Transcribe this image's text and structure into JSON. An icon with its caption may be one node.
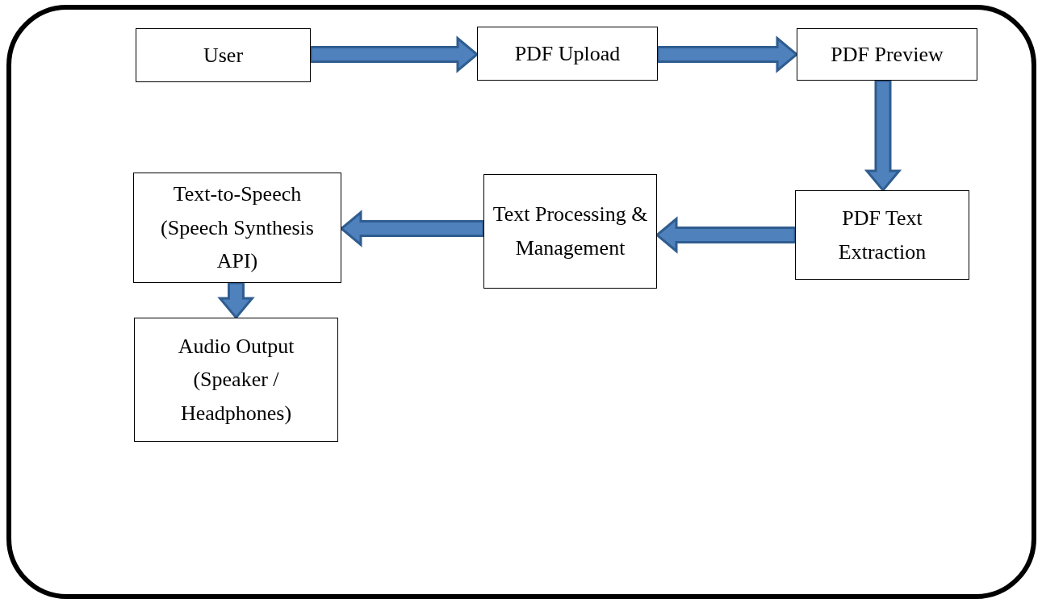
{
  "diagram": {
    "nodes": [
      {
        "text": [
          "User"
        ]
      },
      {
        "text": [
          "PDF Upload"
        ]
      },
      {
        "text": [
          "PDF Preview"
        ]
      },
      {
        "text": [
          "PDF Text Extraction"
        ]
      },
      {
        "text": [
          "Text Processing & Management"
        ]
      },
      {
        "text": [
          "Text-to-Speech (Speech Synthesis API)"
        ]
      },
      {
        "text": [
          "Audio Output (Speaker / Headphones)"
        ]
      }
    ],
    "edges": [
      {
        "from": 0,
        "to": 1,
        "arrow": "to"
      },
      {
        "from": 1,
        "to": 2,
        "arrow": "to"
      },
      {
        "from": 2,
        "to": 3,
        "arrow": "to"
      },
      {
        "from": 3,
        "to": 4,
        "arrow": "to"
      },
      {
        "from": 4,
        "to": 5,
        "arrow": "to"
      },
      {
        "from": 5,
        "to": 6,
        "arrow": "to"
      }
    ]
  }
}
